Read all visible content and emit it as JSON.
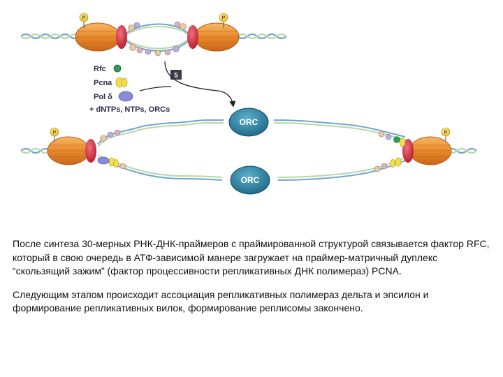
{
  "diagram": {
    "legend": {
      "rfc": "Rfc",
      "pcna": "Pcna",
      "pol": "Pol δ",
      "plus": "+ dNTPs, NTPs, ORCs"
    },
    "step_badge": "5",
    "phospho_label": "P",
    "orc_label": "ORC",
    "colors": {
      "dna_strand_1": "#6fa8c8",
      "dna_strand_2": "#b8d8a8",
      "helicase": "#e8892a",
      "polymerase": "#d42a3c",
      "orc": "#2e7fa0",
      "rfc": "#2e9a5a",
      "pcna": "#f3e04a",
      "pol_delta": "#8a8ad8",
      "phospho": "#f4d23c"
    }
  },
  "caption": {
    "paragraph_1": "После синтеза 30-мерных РНК-ДНК-праймеров с праймированной структурой связывается фактор RFC, который в свою очередь в АТФ-зависимой манере загружает на праймер-матричный дуплекс “скользящий зажим” (фактор процессивности репликативных ДНК полимераз) PCNA.",
    "paragraph_2": "Следующим этапом происходит ассоциация репликативных полимераз дельта и эпсилон и формирование репликативных вилок, формирование реплисомы закончено."
  }
}
